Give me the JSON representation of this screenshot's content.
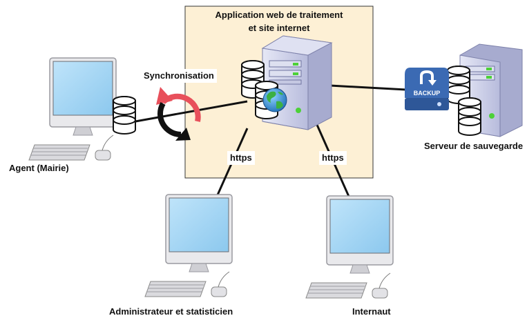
{
  "app_box": {
    "title_line1": "Application web de traitement",
    "title_line2": "et site internet",
    "fill": "#fdf0d5",
    "border": "#333333"
  },
  "labels": {
    "synchronisation": "Synchronisation",
    "backup_server": "Serveur de sauvegarde",
    "agent": "Agent (Mairie)",
    "admin": "Administrateur et statisticien",
    "internaut": "Internaut",
    "https_left": "https",
    "https_right": "https"
  },
  "icons": {
    "backup_badge": "BACKUP"
  },
  "colors": {
    "monitor_screen": "#9fd3f2",
    "server_body": "#c9cce8",
    "backup_badge": "#3b6ab3",
    "sync_arrow_red": "#e8505b",
    "sync_arrow_black": "#111111",
    "led_green": "#4cd137"
  }
}
